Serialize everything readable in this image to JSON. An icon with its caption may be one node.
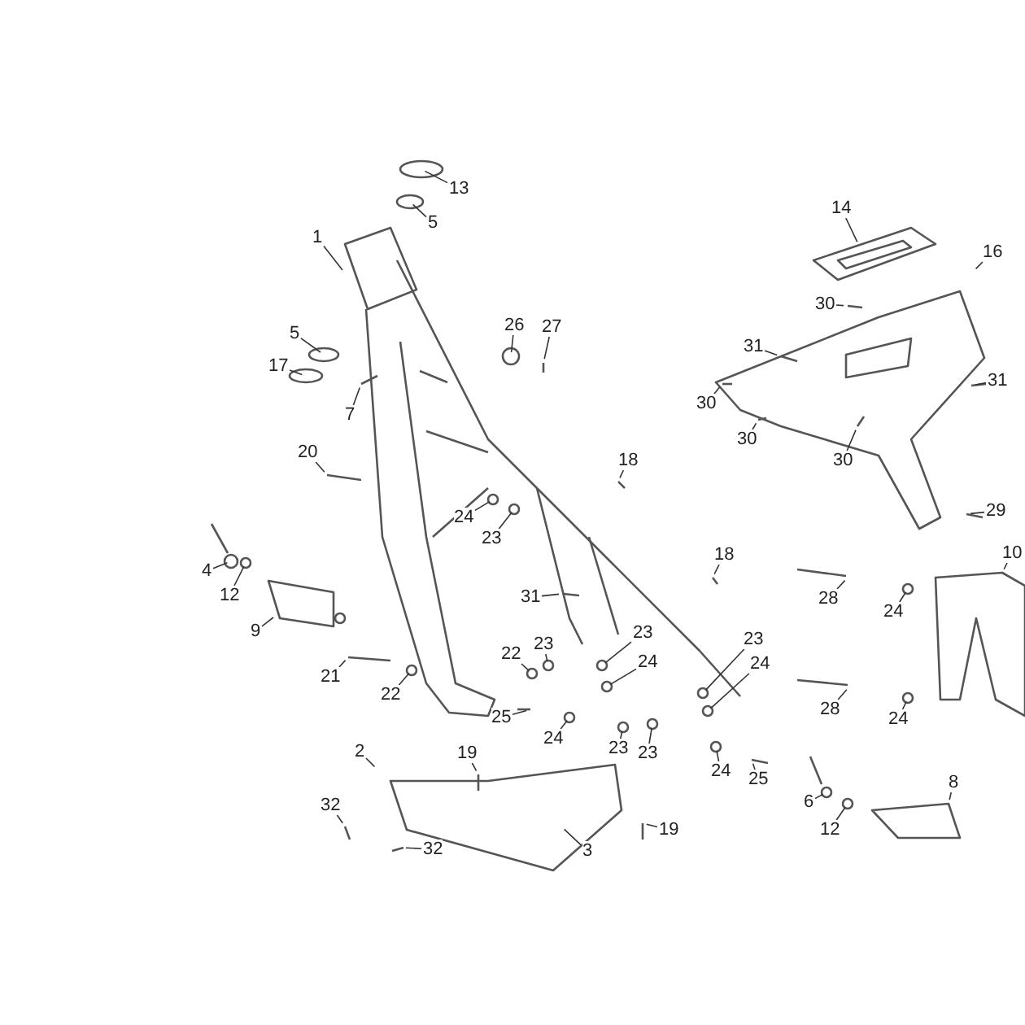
{
  "diagram": {
    "nodes": [
      {
        "text": [
          "13"
        ]
      },
      {
        "text": [
          "5"
        ]
      },
      {
        "text": [
          "1"
        ]
      },
      {
        "text": [
          "5"
        ]
      },
      {
        "text": [
          "17"
        ]
      },
      {
        "text": [
          "7"
        ]
      },
      {
        "text": [
          "26"
        ]
      },
      {
        "text": [
          "27"
        ]
      },
      {
        "text": [
          "20"
        ]
      },
      {
        "text": [
          "24"
        ]
      },
      {
        "text": [
          "23"
        ]
      },
      {
        "text": [
          "18"
        ]
      },
      {
        "text": [
          "4"
        ]
      },
      {
        "text": [
          "12"
        ]
      },
      {
        "text": [
          "9"
        ]
      },
      {
        "text": [
          "31"
        ]
      },
      {
        "text": [
          "18"
        ]
      },
      {
        "text": [
          "21"
        ]
      },
      {
        "text": [
          "22"
        ]
      },
      {
        "text": [
          "22"
        ]
      },
      {
        "text": [
          "23"
        ]
      },
      {
        "text": [
          "23"
        ]
      },
      {
        "text": [
          "24"
        ]
      },
      {
        "text": [
          "25"
        ]
      },
      {
        "text": [
          "24"
        ]
      },
      {
        "text": [
          "23"
        ]
      },
      {
        "text": [
          "23"
        ]
      },
      {
        "text": [
          "23"
        ]
      },
      {
        "text": [
          "24"
        ]
      },
      {
        "text": [
          "24"
        ]
      },
      {
        "text": [
          "25"
        ]
      },
      {
        "text": [
          "19"
        ]
      },
      {
        "text": [
          "19"
        ]
      },
      {
        "text": [
          "2"
        ]
      },
      {
        "text": [
          "3"
        ]
      },
      {
        "text": [
          "32"
        ]
      },
      {
        "text": [
          "32"
        ]
      },
      {
        "text": [
          "14"
        ]
      },
      {
        "text": [
          "16"
        ]
      },
      {
        "text": [
          "30"
        ]
      },
      {
        "text": [
          "31"
        ]
      },
      {
        "text": [
          "30"
        ]
      },
      {
        "text": [
          "30"
        ]
      },
      {
        "text": [
          "30"
        ]
      },
      {
        "text": [
          "31"
        ]
      },
      {
        "text": [
          "29"
        ]
      },
      {
        "text": [
          "28"
        ]
      },
      {
        "text": [
          "24"
        ]
      },
      {
        "text": [
          "10"
        ]
      },
      {
        "text": [
          "28"
        ]
      },
      {
        "text": [
          "24"
        ]
      },
      {
        "text": [
          "6"
        ]
      },
      {
        "text": [
          "12"
        ]
      },
      {
        "text": [
          "8"
        ]
      },
      {
        "text": [],
        "shape": "picture"
      }
    ],
    "edges": [
      {
        "from": 0,
        "to": null,
        "arrow": "none"
      },
      {
        "from": 1,
        "to": null,
        "arrow": "none"
      },
      {
        "from": 2,
        "to": null,
        "arrow": "none"
      },
      {
        "from": 3,
        "to": null,
        "arrow": "none"
      },
      {
        "from": 4,
        "to": null,
        "arrow": "none"
      },
      {
        "from": 5,
        "to": null,
        "arrow": "none"
      },
      {
        "from": 6,
        "to": null,
        "arrow": "none"
      },
      {
        "from": 7,
        "to": null,
        "arrow": "none"
      },
      {
        "from": 8,
        "to": null,
        "arrow": "none"
      },
      {
        "from": 9,
        "to": null,
        "arrow": "none"
      },
      {
        "from": 10,
        "to": null,
        "arrow": "none"
      },
      {
        "from": 11,
        "to": null,
        "arrow": "none"
      },
      {
        "from": 12,
        "to": null,
        "arrow": "none"
      },
      {
        "from": 13,
        "to": null,
        "arrow": "none"
      },
      {
        "from": 14,
        "to": null,
        "arrow": "none"
      },
      {
        "from": 15,
        "to": null,
        "arrow": "none"
      },
      {
        "from": 16,
        "to": null,
        "arrow": "none"
      },
      {
        "from": 17,
        "to": null,
        "arrow": "none"
      },
      {
        "from": 18,
        "to": null,
        "arrow": "none"
      },
      {
        "from": 19,
        "to": null,
        "arrow": "none"
      },
      {
        "from": 20,
        "to": null,
        "arrow": "none"
      },
      {
        "from": 21,
        "to": null,
        "arrow": "none"
      },
      {
        "from": 22,
        "to": null,
        "arrow": "none"
      },
      {
        "from": 23,
        "to": null,
        "arrow": "none"
      },
      {
        "from": 24,
        "to": null,
        "arrow": "none"
      },
      {
        "from": 25,
        "to": null,
        "arrow": "none"
      },
      {
        "from": 26,
        "to": null,
        "arrow": "none"
      },
      {
        "from": 27,
        "to": null,
        "arrow": "none"
      },
      {
        "from": 28,
        "to": null,
        "arrow": "none"
      },
      {
        "from": 29,
        "to": null,
        "arrow": "none"
      },
      {
        "from": 30,
        "to": null,
        "arrow": "none"
      },
      {
        "from": 31,
        "to": null,
        "arrow": "none"
      },
      {
        "from": 32,
        "to": null,
        "arrow": "none"
      },
      {
        "from": 33,
        "to": null,
        "arrow": "none"
      },
      {
        "from": 34,
        "to": null,
        "arrow": "none"
      },
      {
        "from": 35,
        "to": null,
        "arrow": "none"
      },
      {
        "from": 36,
        "to": null,
        "arrow": "none"
      },
      {
        "from": 37,
        "to": 54,
        "arrow": "none"
      },
      {
        "from": 38,
        "to": null,
        "arrow": "none"
      },
      {
        "from": 39,
        "to": null,
        "arrow": "none"
      },
      {
        "from": 40,
        "to": null,
        "arrow": "none"
      },
      {
        "from": 41,
        "to": null,
        "arrow": "none"
      },
      {
        "from": 42,
        "to": null,
        "arrow": "none"
      },
      {
        "from": 43,
        "to": null,
        "arrow": "none"
      },
      {
        "from": 44,
        "to": null,
        "arrow": "none"
      },
      {
        "from": 45,
        "to": null,
        "arrow": "none"
      },
      {
        "from": 46,
        "to": null,
        "arrow": "none"
      },
      {
        "from": 47,
        "to": null,
        "arrow": "none"
      },
      {
        "from": 48,
        "to": null,
        "arrow": "none"
      },
      {
        "from": 49,
        "to": null,
        "arrow": "none"
      },
      {
        "from": 50,
        "to": null,
        "arrow": "none"
      },
      {
        "from": 51,
        "to": null,
        "arrow": "none"
      },
      {
        "from": 52,
        "to": null,
        "arrow": "none"
      },
      {
        "from": 53,
        "to": null,
        "arrow": "none"
      }
    ]
  }
}
